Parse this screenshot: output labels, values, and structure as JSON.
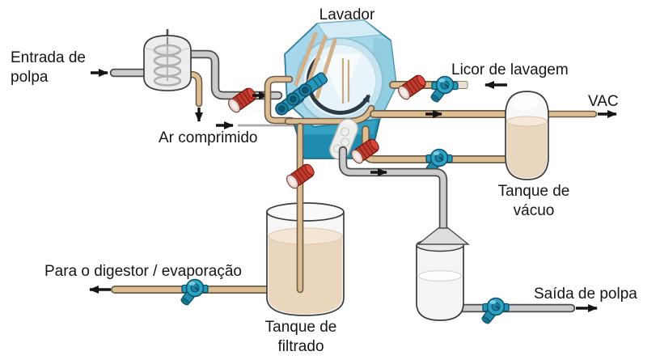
{
  "diagram": {
    "title": "Lavador",
    "labels": {
      "lavador": "Lavador",
      "entrada": [
        "Entrada de",
        "polpa"
      ],
      "ar_comprimido": "Ar comprimido",
      "licor": "Licor de lavagem",
      "vac": "VAC",
      "tanque_vacuo": [
        "Tanque de",
        "vácuo"
      ],
      "para_digestor": "Para o digestor / evaporação",
      "tanque_filtrado": [
        "Tanque de",
        "filtrado"
      ],
      "saida": "Saída de polpa"
    },
    "colors": {
      "washer_teal": "#2aa0c4",
      "washer_light": "#a6d6e9",
      "washer_base": "#1f8cb0",
      "pipe_tan": "#ddbd92",
      "pipe_gray": "#c9c9c9",
      "valve_red": "#c23b2e",
      "pump_teal": "#2ba4c6",
      "liquid_beige": "#ead7bf",
      "text": "#161616",
      "background": "#ffffff"
    }
  }
}
